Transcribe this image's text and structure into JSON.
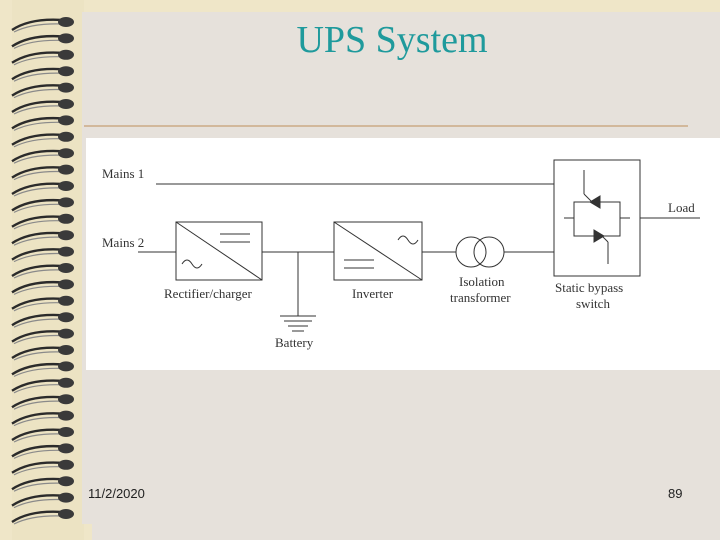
{
  "slide": {
    "title": "UPS System",
    "date": "11/2/2020",
    "page_number": "89"
  },
  "diagram": {
    "mains1": "Mains 1",
    "mains2": "Mains 2",
    "load": "Load",
    "rectifier": "Rectifier/charger",
    "inverter": "Inverter",
    "isolation_line1": "Isolation",
    "isolation_line2": "transformer",
    "bypass_line1": "Static bypass",
    "bypass_line2": "switch",
    "battery": "Battery"
  },
  "colors": {
    "title": "#1f9a9c",
    "background": "#e6e1db",
    "rule": "#d2b89b"
  }
}
